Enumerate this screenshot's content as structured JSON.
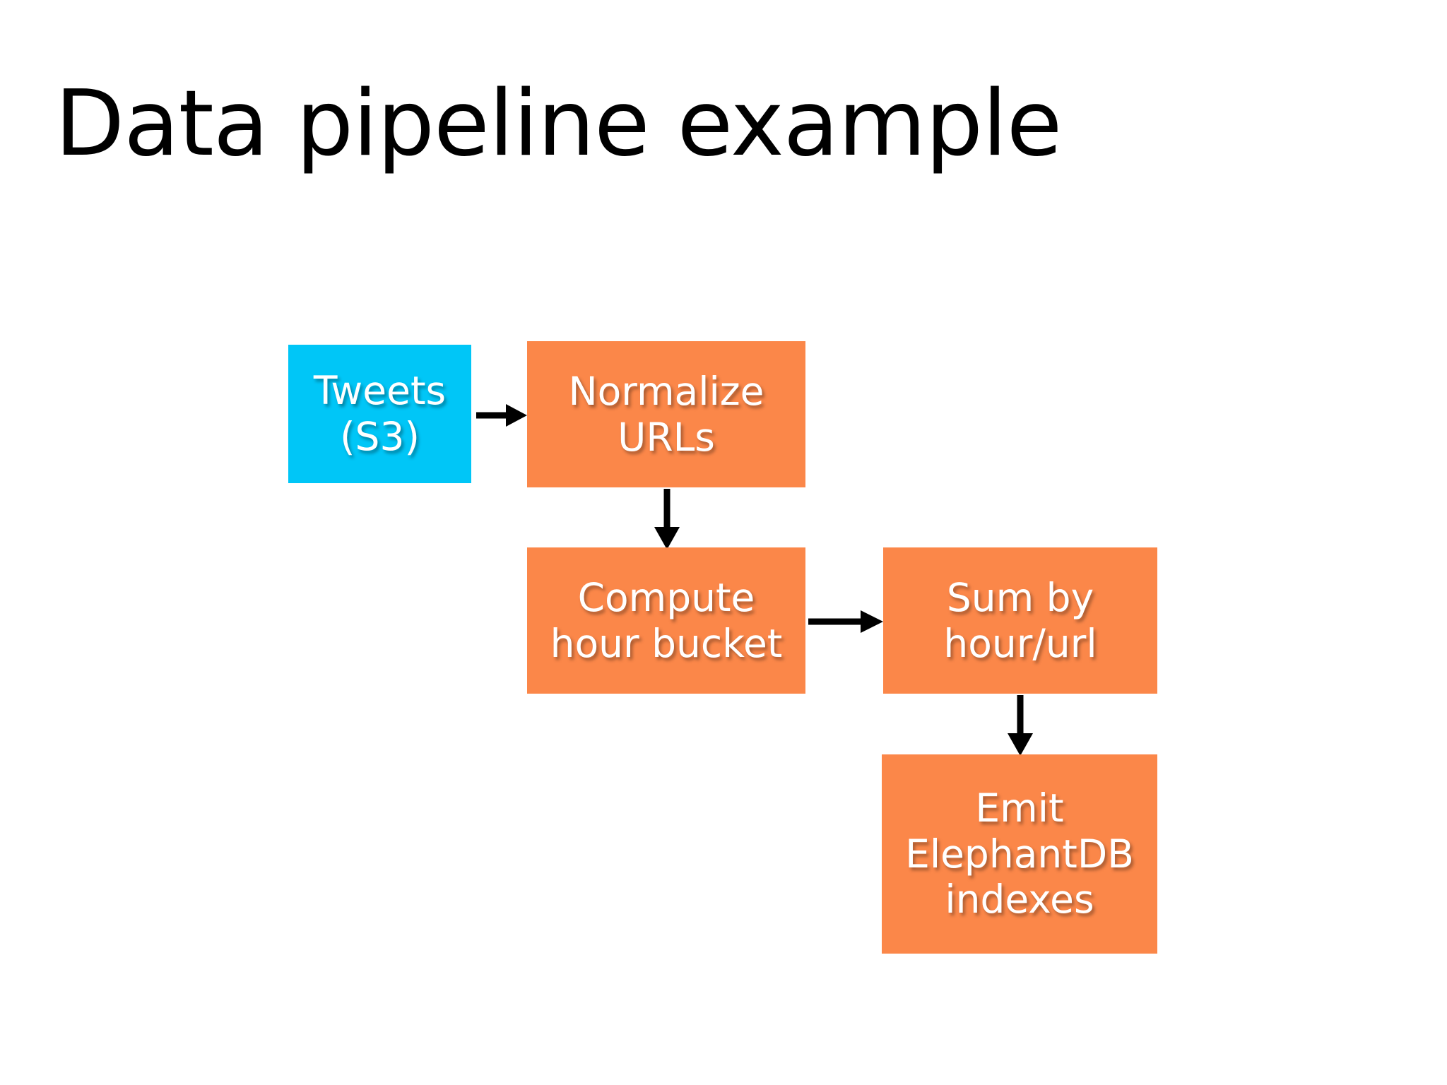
{
  "slide": {
    "title": "Data pipeline example",
    "background_color": "#FFFFFF",
    "title_color": "#000000"
  },
  "palette": {
    "source_color": "#00C6F7",
    "process_color": "#FB8749",
    "node_text_color": "#FFFFFF",
    "arrow_color": "#000000"
  },
  "diagram": {
    "type": "flowchart",
    "nodes": [
      {
        "id": "tweets",
        "label": "Tweets\n(S3)",
        "line1": "Tweets",
        "line2": "(S3)",
        "kind": "source",
        "color": "#00C6F7"
      },
      {
        "id": "normalize",
        "label": "Normalize\nURLs",
        "line1": "Normalize",
        "line2": "URLs",
        "kind": "process",
        "color": "#FB8749"
      },
      {
        "id": "compute",
        "label": "Compute\nhour bucket",
        "line1": "Compute",
        "line2": "hour bucket",
        "kind": "process",
        "color": "#FB8749"
      },
      {
        "id": "sum",
        "label": "Sum by\nhour/url",
        "line1": "Sum by",
        "line2": "hour/url",
        "kind": "process",
        "color": "#FB8749"
      },
      {
        "id": "emit",
        "label": "Emit\nElephantDB\nindexes",
        "line1": "Emit",
        "line2": "ElephantDB",
        "line3": "indexes",
        "kind": "process",
        "color": "#FB8749"
      }
    ],
    "edges": [
      {
        "id": "tweets-normalize",
        "from": "tweets",
        "to": "normalize",
        "direction": "right"
      },
      {
        "id": "normalize-compute",
        "from": "normalize",
        "to": "compute",
        "direction": "down"
      },
      {
        "id": "compute-sum",
        "from": "compute",
        "to": "sum",
        "direction": "right"
      },
      {
        "id": "sum-emit",
        "from": "sum",
        "to": "emit",
        "direction": "down"
      }
    ]
  }
}
